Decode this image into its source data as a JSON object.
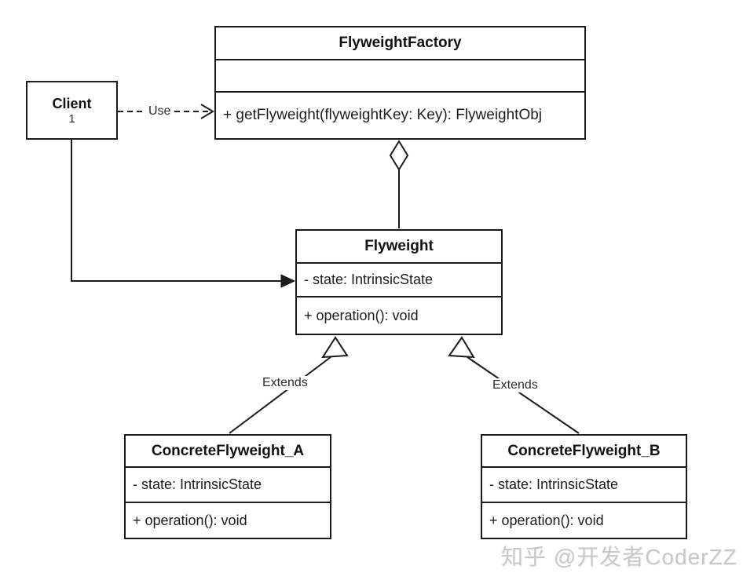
{
  "classes": {
    "client": {
      "name": "Client",
      "multiplicity": "1"
    },
    "factory": {
      "name": "FlyweightFactory",
      "attributes": [],
      "methods": [
        "+ getFlyweight(flyweightKey: Key): FlyweightObj"
      ]
    },
    "flyweight": {
      "name": "Flyweight",
      "attributes": [
        "- state: IntrinsicState"
      ],
      "methods": [
        "+ operation(): void"
      ]
    },
    "concrete_a": {
      "name": "ConcreteFlyweight_A",
      "attributes": [
        "- state: IntrinsicState"
      ],
      "methods": [
        "+ operation(): void"
      ]
    },
    "concrete_b": {
      "name": "ConcreteFlyweight_B",
      "attributes": [
        "- state: IntrinsicState"
      ],
      "methods": [
        "+ operation(): void"
      ]
    }
  },
  "edge_labels": {
    "use": "Use",
    "extends_a": "Extends",
    "extends_b": "Extends"
  },
  "watermark": "知乎 @开发者CoderZZ",
  "colors": {
    "line": "#1a1a1a",
    "background": "#ffffff",
    "watermark": "#c8c8c8"
  }
}
